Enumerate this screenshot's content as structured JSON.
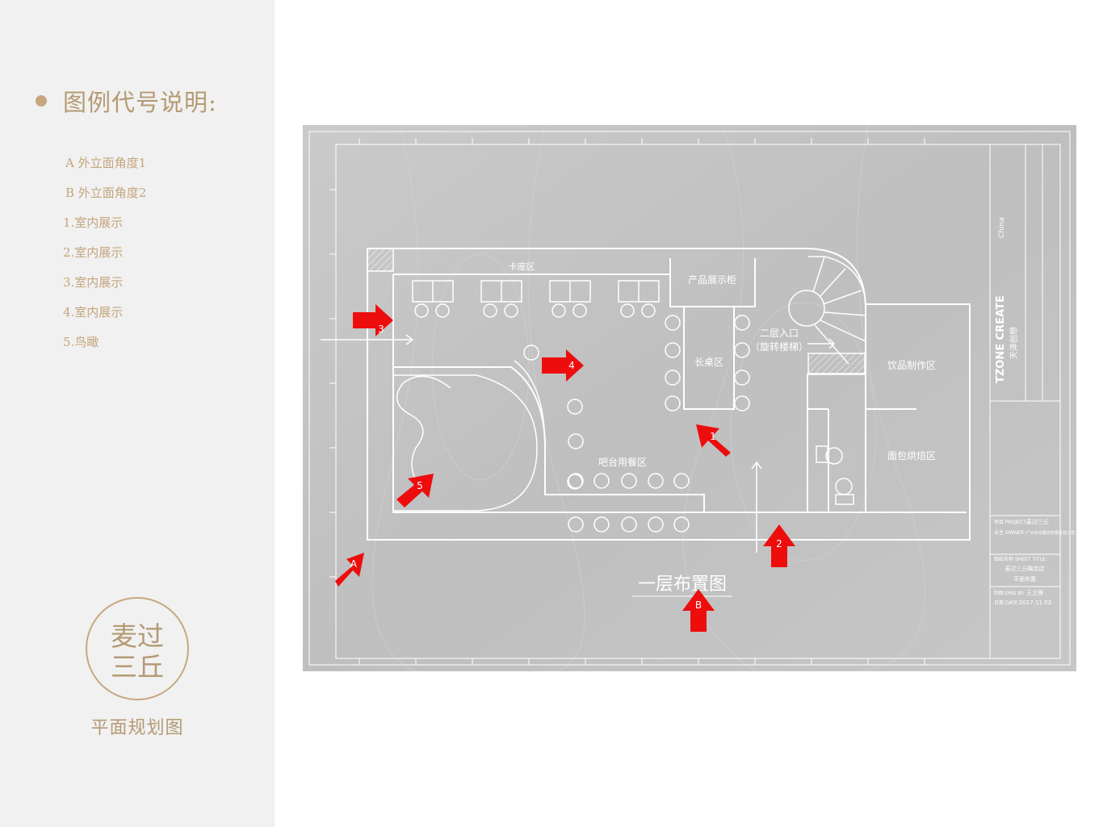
{
  "legend": {
    "title": "图例代号说明:",
    "items": [
      "A 外立面角度1",
      "B 外立面角度2",
      "1.室内展示",
      "2.室内展示",
      "3.室内展示",
      "4.室内展示",
      "5.鸟瞰"
    ]
  },
  "logo": {
    "line1": "麦过",
    "line2": "三丘"
  },
  "caption": "平面规划图",
  "plan": {
    "title": "一层布置图",
    "zones": {
      "booth": "卡座区",
      "display_cabinet": "产品展示柜",
      "stair_entry_1": "二层入口",
      "stair_entry_2": "（旋转楼梯）",
      "long_table": "长桌区",
      "drinks": "饮品制作区",
      "bar_dining": "吧台用餐区",
      "bakery": "面包烘焙区"
    },
    "markers": [
      "A",
      "B",
      "1",
      "2",
      "3",
      "4",
      "5"
    ]
  },
  "title_block": {
    "china": "China",
    "brand": "TZONE CREATE",
    "brand_cn": "天泽创想",
    "project_label": "项目 PROJECT:",
    "project_value": "麦过三丘",
    "owner_label": "业主 OWNER:",
    "owner_value": "广州云帛餐饮有限责任公司",
    "sheet_label": "图纸名称 SHEET TITLE:",
    "sheet_value_1": "麦过三丘概念店",
    "sheet_value_2": "平面布置",
    "drawn_label": "制图 DRG BY:",
    "drawn_value": "王立博",
    "date_label": "日期 DATE:",
    "date_value": "2017.11.03"
  },
  "colors": {
    "accent": "#b49a73",
    "board": "#c3c3c3",
    "marker": "#ee0d0d"
  }
}
